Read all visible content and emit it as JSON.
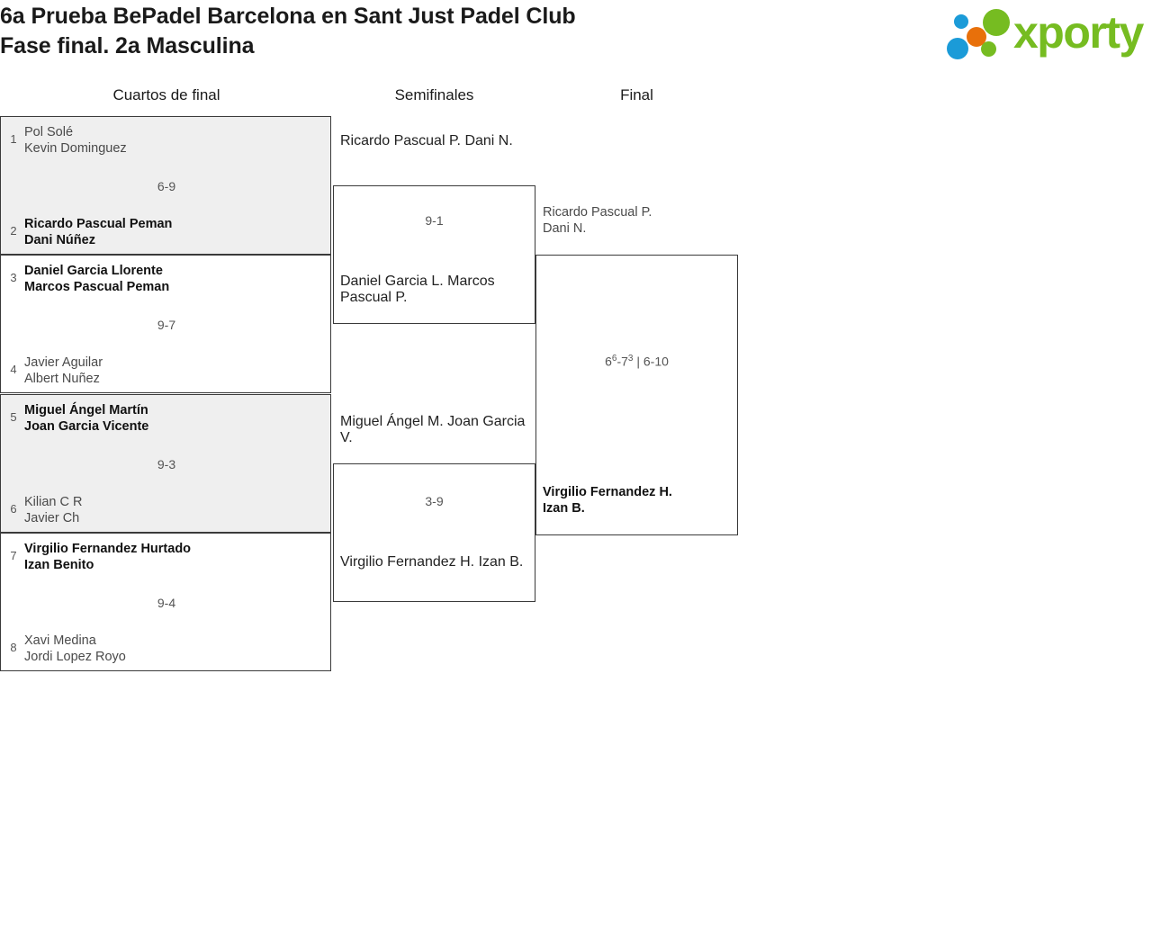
{
  "header": {
    "title_line1": "6a Prueba BePadel Barcelona en Sant Just Padel Club",
    "title_line2": "Fase final. 2a Masculina",
    "logo_text": "xporty",
    "logo_dots": [
      "blue-dot-small",
      "green-dot-large",
      "orange-dot",
      "blue-dot-large",
      "green-dot-small"
    ],
    "brand_green": "#76bc21",
    "brand_blue": "#1b9bd8",
    "brand_orange": "#e8700a"
  },
  "rounds": [
    {
      "label": "Cuartos de final"
    },
    {
      "label": "Semifinales"
    },
    {
      "label": "Final"
    }
  ],
  "quarterfinals": [
    {
      "shaded": true,
      "score": "6-9",
      "top": {
        "seed": "1",
        "p1": "Pol Solé",
        "p2": "Kevin Dominguez",
        "winner": false
      },
      "bottom": {
        "seed": "2",
        "p1": "Ricardo Pascual Peman",
        "p2": "Dani Núñez",
        "winner": true
      }
    },
    {
      "shaded": false,
      "score": "9-7",
      "top": {
        "seed": "3",
        "p1": "Daniel Garcia Llorente",
        "p2": "Marcos Pascual Peman",
        "winner": true
      },
      "bottom": {
        "seed": "4",
        "p1": "Javier Aguilar",
        "p2": "Albert Nuñez",
        "winner": false
      }
    },
    {
      "shaded": true,
      "score": "9-3",
      "top": {
        "seed": "5",
        "p1": "Miguel Ángel Martín",
        "p2": "Joan Garcia Vicente",
        "winner": true
      },
      "bottom": {
        "seed": "6",
        "p1": "Kilian C R",
        "p2": "Javier Ch",
        "winner": false
      }
    },
    {
      "shaded": false,
      "score": "9-4",
      "top": {
        "seed": "7",
        "p1": "Virgilio Fernandez Hurtado",
        "p2": "Izan Benito",
        "winner": true
      },
      "bottom": {
        "seed": "8",
        "p1": "Xavi Medina",
        "p2": "Jordi Lopez Royo",
        "winner": false
      }
    }
  ],
  "semifinals": [
    {
      "score": "9-1",
      "top": {
        "p1": "Ricardo Pascual P.",
        "p2": "Dani N.",
        "winner": true
      },
      "bottom": {
        "p1": "Daniel Garcia L.",
        "p2": "Marcos Pascual P.",
        "winner": false
      }
    },
    {
      "score": "3-9",
      "top": {
        "p1": "Miguel Ángel M.",
        "p2": "Joan Garcia V.",
        "winner": false
      },
      "bottom": {
        "p1": "Virgilio Fernandez H.",
        "p2": "Izan B.",
        "winner": true
      }
    }
  ],
  "final": {
    "score_set1_a": "6",
    "score_set1_a_tb": "6",
    "score_set1_b": "7",
    "score_set1_b_tb": "3",
    "score_set2": "6-10",
    "score_full": "6⁶-7³ | 6-10",
    "top": {
      "p1": "Ricardo Pascual P.",
      "p2": "Dani N.",
      "winner": false
    },
    "bottom": {
      "p1": "Virgilio Fernandez H.",
      "p2": "Izan B.",
      "winner": true
    }
  }
}
